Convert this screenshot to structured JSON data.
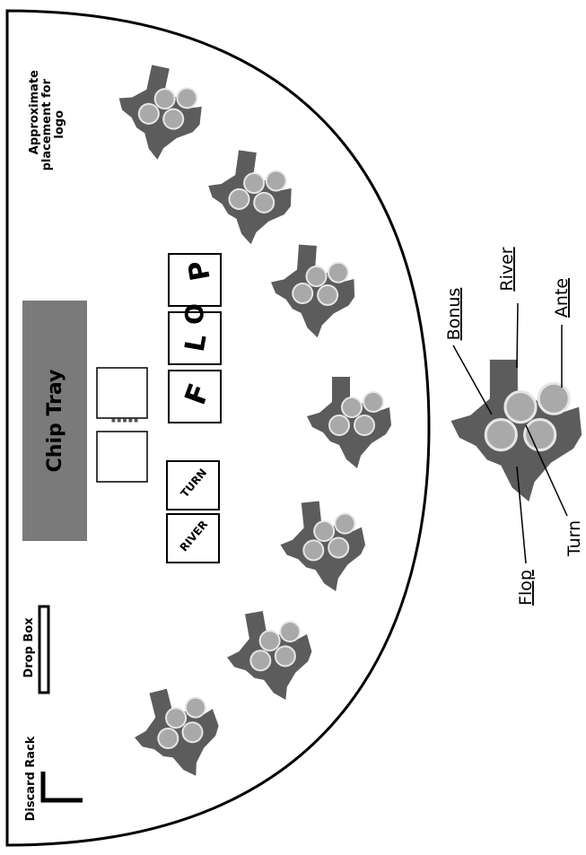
{
  "table": {
    "logo_note": "Approximate placement for logo",
    "logo_note_lines": [
      "Approximate",
      "placement for",
      "logo"
    ],
    "chip_tray": "Chip Tray",
    "drop_box": "Drop Box",
    "discard_rack": "Discard Rack",
    "flop_letters": [
      "F",
      "L",
      "O",
      "P"
    ],
    "turn_box": "TURN",
    "river_box": "RIVER"
  },
  "callouts": {
    "bonus": "Bonus",
    "river": "River",
    "ante": "Ante",
    "turn": "Turn",
    "flop": "Flop"
  },
  "colors": {
    "background": "#ffffff",
    "line": "#000000",
    "chip_tray": "#7a7a7a",
    "texas_shape": "#5c5c5c",
    "circle_fill": "#a9a9a9",
    "circle_stroke": "#e6e6e6"
  },
  "icons": [
    "texas-shape-betting-spot"
  ]
}
